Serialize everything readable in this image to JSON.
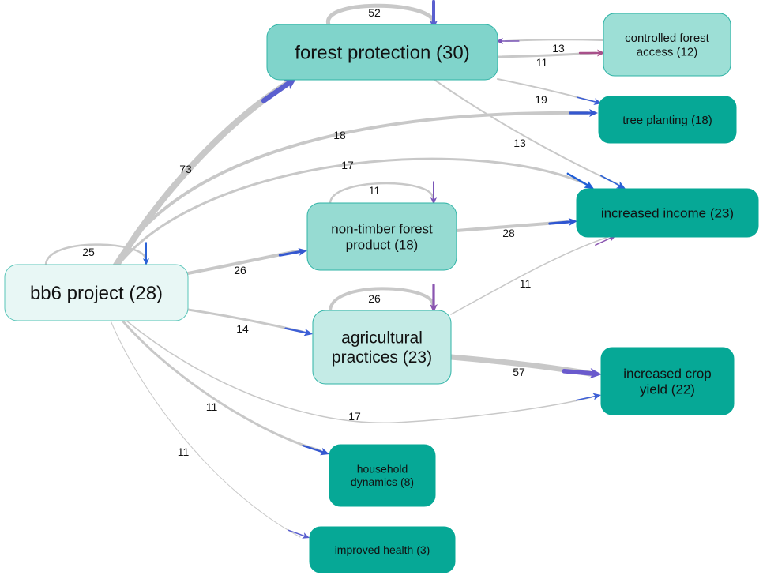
{
  "nodes": {
    "forest_protection": {
      "lines": [
        "forest protection (30)"
      ],
      "fill": "#80d4cb",
      "stroke": "#2fb3a6",
      "text": "#111111"
    },
    "controlled_forest_access": {
      "lines": [
        "controlled forest",
        "access (12)"
      ],
      "fill": "#9ddfd6",
      "stroke": "#2fb3a6",
      "text": "#111111"
    },
    "tree_planting": {
      "lines": [
        "tree planting (18)"
      ],
      "fill": "#06a896",
      "stroke": "#06a896",
      "text": "#111111"
    },
    "increased_income": {
      "lines": [
        "increased income (23)"
      ],
      "fill": "#06a896",
      "stroke": "#06a896",
      "text": "#111111"
    },
    "non_timber_forest_product": {
      "lines": [
        "non-timber forest",
        "product (18)"
      ],
      "fill": "#96dbd2",
      "stroke": "#2fb3a6",
      "text": "#111111"
    },
    "bb6_project": {
      "lines": [
        "bb6 project (28)"
      ],
      "fill": "#e8f7f5",
      "stroke": "#58c4b8",
      "text": "#111111"
    },
    "agricultural_practices": {
      "lines": [
        "agricultural",
        "practices (23)"
      ],
      "fill": "#c4ebe6",
      "stroke": "#2fb3a6",
      "text": "#111111"
    },
    "increased_crop_yield": {
      "lines": [
        "increased crop",
        "yield (22)"
      ],
      "fill": "#06a896",
      "stroke": "#06a896",
      "text": "#111111"
    },
    "household_dynamics": {
      "lines": [
        "household",
        "dynamics (8)"
      ],
      "fill": "#06a896",
      "stroke": "#06a896",
      "text": "#111111"
    },
    "improved_health": {
      "lines": [
        "improved health (3)"
      ],
      "fill": "#06a896",
      "stroke": "#06a896",
      "text": "#111111"
    }
  },
  "edges": [
    {
      "id": "fp-self",
      "from": "forest_protection",
      "to": "forest_protection",
      "label": "52",
      "arrow_color": "#5a5fcf"
    },
    {
      "id": "cfa-fp",
      "from": "controlled_forest_access",
      "to": "forest_protection",
      "label": "13",
      "arrow_color": "#7a55b8"
    },
    {
      "id": "fp-cfa",
      "from": "forest_protection",
      "to": "controlled_forest_access",
      "label": "11",
      "arrow_color": "#a8508a"
    },
    {
      "id": "fp-tp",
      "from": "forest_protection",
      "to": "tree_planting",
      "label": "19",
      "arrow_color": "#3d5fd6"
    },
    {
      "id": "fp-ii",
      "from": "forest_protection",
      "to": "increased_income",
      "label": "13",
      "arrow_color": "#2b62d6"
    },
    {
      "id": "bb6-fp",
      "from": "bb6_project",
      "to": "forest_protection",
      "label": "73",
      "arrow_color": "#5a5fcf"
    },
    {
      "id": "bb6-tp",
      "from": "bb6_project",
      "to": "tree_planting",
      "label": "18",
      "arrow_color": "#3558d0"
    },
    {
      "id": "bb6-ii",
      "from": "bb6_project",
      "to": "increased_income",
      "label": "17",
      "arrow_color": "#1f5ed6"
    },
    {
      "id": "ntfp-self",
      "from": "non_timber_forest_product",
      "to": "non_timber_forest_product",
      "label": "11",
      "arrow_color": "#7a55b8"
    },
    {
      "id": "ntfp-ii",
      "from": "non_timber_forest_product",
      "to": "increased_income",
      "label": "28",
      "arrow_color": "#2e56d2"
    },
    {
      "id": "bb6-self",
      "from": "bb6_project",
      "to": "bb6_project",
      "label": "25",
      "arrow_color": "#2b62d6"
    },
    {
      "id": "bb6-ntfp",
      "from": "bb6_project",
      "to": "non_timber_forest_product",
      "label": "26",
      "arrow_color": "#3558d0"
    },
    {
      "id": "ap-self",
      "from": "agricultural_practices",
      "to": "agricultural_practices",
      "label": "26",
      "arrow_color": "#8a55b0"
    },
    {
      "id": "ap-ii",
      "from": "agricultural_practices",
      "to": "increased_income",
      "label": "11",
      "arrow_color": "#8a55b0"
    },
    {
      "id": "bb6-ap",
      "from": "bb6_project",
      "to": "agricultural_practices",
      "label": "14",
      "arrow_color": "#3d5fd6"
    },
    {
      "id": "ap-icy",
      "from": "agricultural_practices",
      "to": "increased_crop_yield",
      "label": "57",
      "arrow_color": "#6a5acd"
    },
    {
      "id": "bb6-icy",
      "from": "bb6_project",
      "to": "increased_crop_yield",
      "label": "17",
      "arrow_color": "#3d5fd6"
    },
    {
      "id": "bb6-hd",
      "from": "bb6_project",
      "to": "household_dynamics",
      "label": "11",
      "arrow_color": "#3558d0"
    },
    {
      "id": "bb6-ih",
      "from": "bb6_project",
      "to": "improved_health",
      "label": "11",
      "arrow_color": "#5a5fcf"
    }
  ]
}
